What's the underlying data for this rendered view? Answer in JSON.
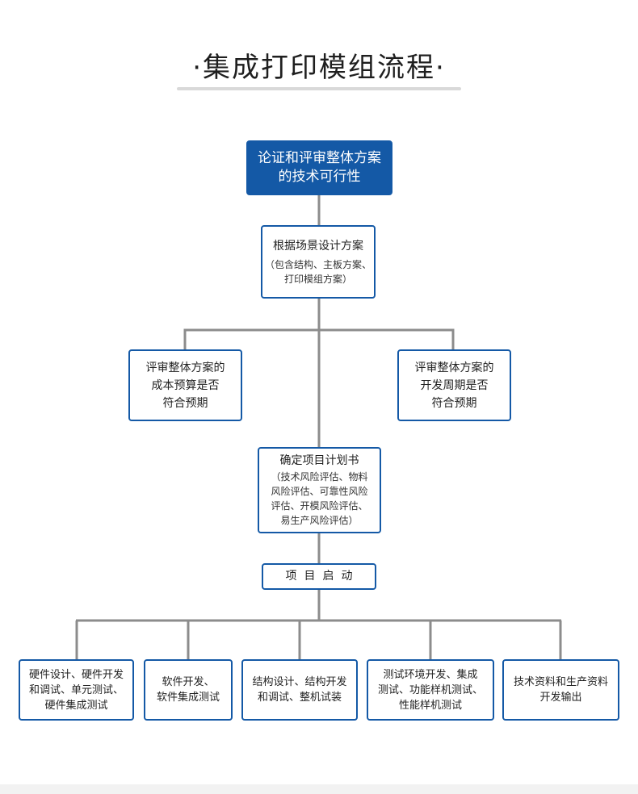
{
  "title": "·集成打印模组流程·",
  "nodes": {
    "root": [
      "论证和评审整体方案",
      "的技术可行性"
    ],
    "scene_design": {
      "main": "根据场景设计方案",
      "sub": [
        "（包含结构、主板方案、",
        "打印模组方案）"
      ]
    },
    "cost_review": [
      "评审整体方案的",
      "成本预算是否",
      "符合预期"
    ],
    "cycle_review": [
      "评审整体方案的",
      "开发周期是否",
      "符合预期"
    ],
    "project_plan": {
      "main": "确定项目计划书",
      "sub": [
        "（技术风险评估、物料",
        "风险评估、可靠性风险",
        "评估、开模风险评估、",
        "易生产风险评估）"
      ]
    },
    "kickoff": "项目启动",
    "hardware": [
      "硬件设计、硬件开发",
      "和调试、单元测试、",
      "硬件集成测试"
    ],
    "software": [
      "软件开发、",
      "软件集成测试"
    ],
    "structure": [
      "结构设计、结构开发",
      "和调试、整机试装"
    ],
    "testing": [
      "测试环境开发、集成",
      "测试、功能样机测试、",
      "性能样机测试"
    ],
    "docs": [
      "技术资料和生产资料",
      "开发输出"
    ]
  }
}
